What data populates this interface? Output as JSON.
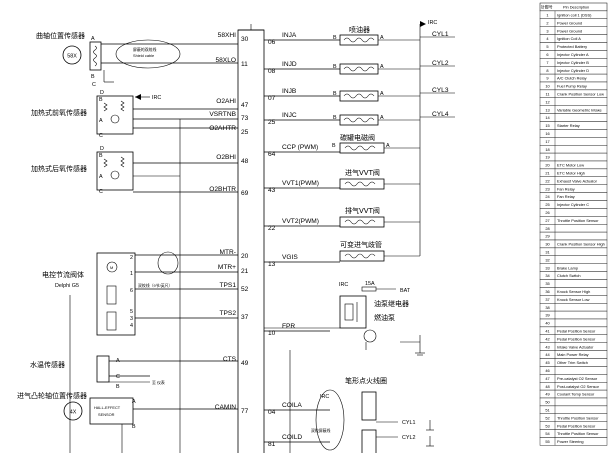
{
  "diagram": {
    "left_components": [
      {
        "id": "crank",
        "label": "曲轴位置传感器",
        "badge": "58X",
        "shield": "屏蔽的双绞线 Shield cable"
      },
      {
        "id": "o2a",
        "label": "加热式前氧传感器",
        "term_labels": [
          "D",
          "B",
          "A",
          "C"
        ]
      },
      {
        "id": "o2b",
        "label": "加热式后氧传感器",
        "term_labels": [
          "D",
          "B",
          "A",
          "C"
        ]
      },
      {
        "id": "throttle",
        "label": "电控节流阀体",
        "sublabel": "Delphi G5",
        "twist_note": "双绞线（9节/英尺）",
        "pin_nums": [
          "2",
          "1",
          "6",
          "5",
          "3",
          "4"
        ]
      },
      {
        "id": "coolant",
        "label": "水温传感器",
        "term_labels": [
          "A",
          "C",
          "B"
        ]
      },
      {
        "id": "cam",
        "label": "进气凸轮轴位置传感器",
        "badge": "4X",
        "sensor_label": "HALL-EFFECT SENSOR",
        "term_labels": [
          "A",
          "B"
        ]
      }
    ],
    "ecu_left_signals": [
      {
        "name": "58XHI",
        "pin": "30"
      },
      {
        "name": "58XLO",
        "pin": "11"
      },
      {
        "name": "O2AHI",
        "pin": "47"
      },
      {
        "name": "VSRTNB",
        "pin": "73"
      },
      {
        "name": "O2AHTR",
        "pin": "25"
      },
      {
        "name": "O2BHI",
        "pin": "48"
      },
      {
        "name": "O2BHTR",
        "pin": "69"
      },
      {
        "name": "MTR-",
        "pin": "20"
      },
      {
        "name": "MTR+",
        "pin": "21"
      },
      {
        "name": "TPS1",
        "pin": "52"
      },
      {
        "name": "TPS2",
        "pin": "37"
      },
      {
        "name": "CTS",
        "pin": "49"
      },
      {
        "name": "CAMIN",
        "pin": "77"
      }
    ],
    "ecu_right_signals": [
      {
        "name": "INJA",
        "pin": "06"
      },
      {
        "name": "INJD",
        "pin": "08"
      },
      {
        "name": "INJB",
        "pin": "07"
      },
      {
        "name": "INJC",
        "pin": "25"
      },
      {
        "name": "CCP (PWM)",
        "pin": "64"
      },
      {
        "name": "VVT1(PWM)",
        "pin": "43"
      },
      {
        "name": "VVT2(PWM)",
        "pin": "22"
      },
      {
        "name": "VGIS",
        "pin": "13"
      },
      {
        "name": "FPR",
        "pin": "10"
      },
      {
        "name": "COILA",
        "pin": "04"
      },
      {
        "name": "COILD",
        "pin": "81"
      }
    ],
    "right_components": {
      "injector_label": "喷油器",
      "cyl_labels": [
        "CYL1",
        "CYL2",
        "CYL3",
        "CYL4"
      ],
      "irc": "IRC",
      "ccp_label": "碳罐电磁阀",
      "vvt1_label": "进气VVT阀",
      "vvt2_label": "排气VVT阀",
      "vgis_label": "可变进气歧管",
      "fuse": "15A",
      "bat": "BAT",
      "relay_label": "油泵继电器",
      "pump_label": "燃油泵",
      "ign_label": "笔形点火线圈",
      "shield2": "双绞屏蔽线",
      "ign_cyl": [
        "CYL1",
        "CYL2"
      ],
      "ab": [
        "A",
        "B"
      ]
    },
    "pin_table": {
      "header": [
        "针脚号",
        "Pin Description"
      ],
      "rows": [
        [
          "1",
          "Ignition coil 1 (DSS)"
        ],
        [
          "2",
          "Power Ground"
        ],
        [
          "3",
          "Power Ground"
        ],
        [
          "4",
          "Ignition Coil A"
        ],
        [
          "5",
          "Protected Battery"
        ],
        [
          "6",
          "Injector Cylinder A"
        ],
        [
          "7",
          "Injector Cylinder B"
        ],
        [
          "8",
          "Injector Cylinder D"
        ],
        [
          "9",
          "A/C Clutch Relay"
        ],
        [
          "10",
          "Fuel Pump Relay"
        ],
        [
          "11",
          "Crank Position Sensor Low"
        ],
        [
          "12",
          ""
        ],
        [
          "13",
          "Variable Geometric Intake"
        ],
        [
          "14",
          ""
        ],
        [
          "15",
          "Starter Relay"
        ],
        [
          "16",
          ""
        ],
        [
          "17",
          ""
        ],
        [
          "18",
          ""
        ],
        [
          "19",
          ""
        ],
        [
          "20",
          "ETC Motor Low"
        ],
        [
          "21",
          "ETC Motor High"
        ],
        [
          "22",
          "Exhaust Valve Actuator"
        ],
        [
          "23",
          "Fan Relay"
        ],
        [
          "24",
          "Fan Relay"
        ],
        [
          "25",
          "Injector Cylinder C"
        ],
        [
          "26",
          ""
        ],
        [
          "27",
          "Throttle Position Sensor"
        ],
        [
          "28",
          ""
        ],
        [
          "29",
          ""
        ],
        [
          "30",
          "Crank Position Sensor High"
        ],
        [
          "31",
          ""
        ],
        [
          "32",
          ""
        ],
        [
          "33",
          "Brake Lamp"
        ],
        [
          "34",
          "Clutch Switch"
        ],
        [
          "35",
          ""
        ],
        [
          "36",
          "Knock Sensor High"
        ],
        [
          "37",
          "Knock Sensor Low"
        ],
        [
          "38",
          ""
        ],
        [
          "39",
          ""
        ],
        [
          "40",
          ""
        ],
        [
          "41",
          "Pedal Position Sensor"
        ],
        [
          "42",
          "Pedal Position Sensor"
        ],
        [
          "43",
          "Intake Valve Actuator"
        ],
        [
          "44",
          "Main Power Relay"
        ],
        [
          "45",
          "Other Trim Switch"
        ],
        [
          "46",
          ""
        ],
        [
          "47",
          "Pre-catalyst O2 Sensor"
        ],
        [
          "48",
          "Post-catalyst O2 Sensor"
        ],
        [
          "49",
          "Coolant Temp Sensor"
        ],
        [
          "50",
          ""
        ],
        [
          "51",
          ""
        ],
        [
          "52",
          "Throttle Position Sensor"
        ],
        [
          "53",
          "Pedal Position Sensor"
        ],
        [
          "54",
          "Throttle Position Sensor"
        ],
        [
          "55",
          "Power Steering"
        ]
      ]
    }
  }
}
